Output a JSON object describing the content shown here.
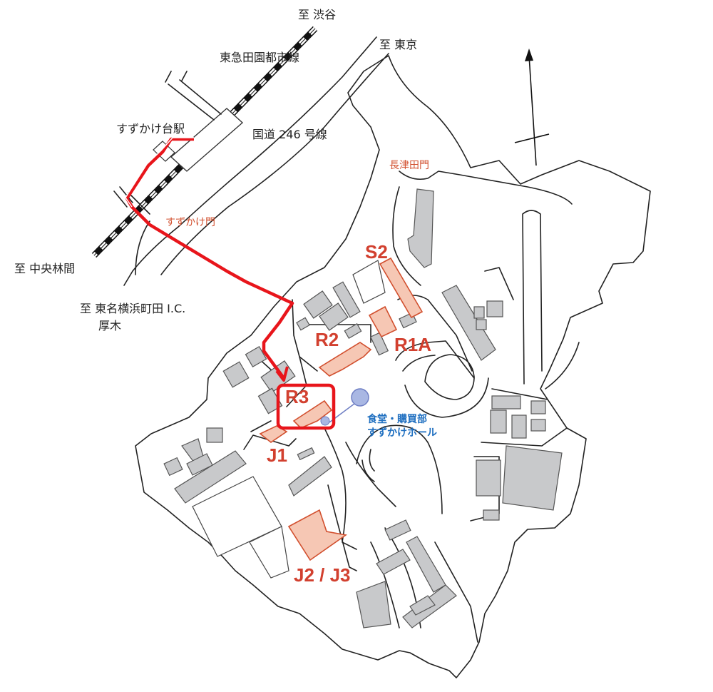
{
  "labels": {
    "to_shibuya": "至 渋谷",
    "to_tokyo": "至 東京",
    "line_name": "東急田園都市線",
    "station": "すずかけ台駅",
    "route246": "国道 246 号線",
    "to_chuorinkan": "至 中央林間",
    "to_tomei_1": "至 東名横浜町田 I.C.",
    "to_tomei_2": "厚木"
  },
  "gates": {
    "suzukake": "すずかけ門",
    "nagatsuta": "長津田門"
  },
  "buildings": {
    "s2": "S2",
    "r2": "R2",
    "r1a": "R1A",
    "r3": "R3",
    "j1": "J1",
    "j2j3": "J2 / J3"
  },
  "facility": {
    "line1": "食堂・購買部",
    "line2": "すずかけホール"
  },
  "colors": {
    "route": "#e8151b",
    "highlight_fill": "#f6c7b4",
    "highlight_stroke": "#d2502f",
    "building": "#c8c9cb",
    "facility_text": "#1f6fc0",
    "facility_marker": "#a9b7e3"
  }
}
